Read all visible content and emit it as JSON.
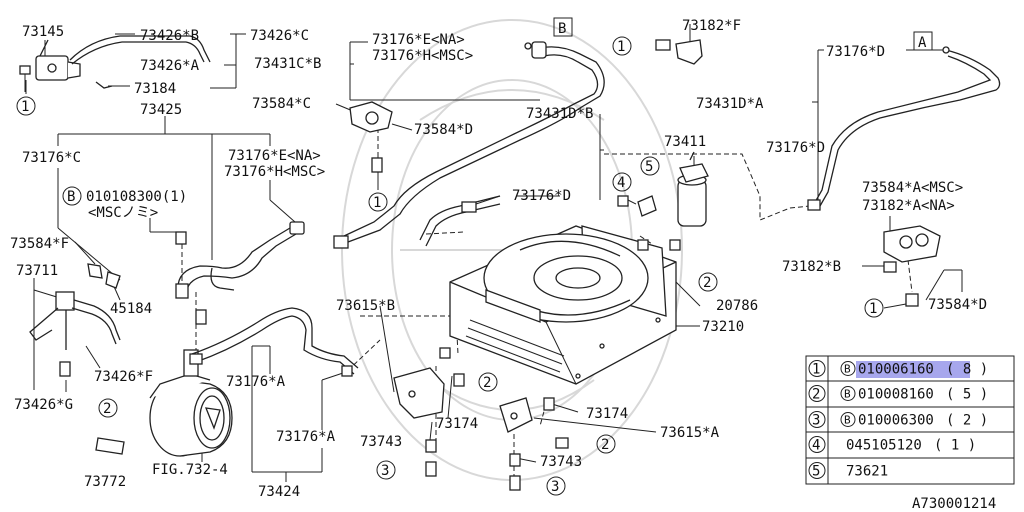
{
  "diagram_id": "A730001214",
  "figure_ref": "FIG.732-4",
  "callouts": {
    "c73145": "73145",
    "c73426B": "73426*B",
    "c73426C": "73426*C",
    "c73426A": "73426*A",
    "c73184": "73184",
    "c73425": "73425",
    "c73176C": "73176*C",
    "c73176E_1": "73176*E<NA>",
    "c73176H_1": "73176*H<MSC>",
    "c73431CB": "73431C*B",
    "c73584C": "73584*C",
    "c73584D_1": "73584*D",
    "c73176E_2": "73176*E<NA>",
    "c73176H_2": "73176*H<MSC>",
    "bolt_ref_code": "010108300(1)",
    "bolt_ref_note": "<MSCノミ>",
    "c73584F": "73584*F",
    "c73711": "73711",
    "c45184": "45184",
    "c73426F": "73426*F",
    "c73426G": "73426*G",
    "c73176A_1": "73176*A",
    "c73176A_2": "73176*A",
    "c73424": "73424",
    "c73772": "73772",
    "c73615B": "73615*B",
    "c73174_1": "73174",
    "c73174_2": "73174",
    "c73743_1": "73743",
    "c73743_2": "73743",
    "c73615A": "73615*A",
    "c73210": "73210",
    "c20786": "20786",
    "c73431DB": "73431D*B",
    "c73176D_1": "73176*D",
    "c73411": "73411",
    "c73182F": "73182*F",
    "c73176D_2": "73176*D",
    "c73431DA": "73431D*A",
    "c73176D_3": "73176*D",
    "c73584A": "73584*A<MSC>",
    "c73182A": "73182*A<NA>",
    "c73182B": "73182*B",
    "c73584D_2": "73584*D"
  },
  "markers": {
    "box_a": "A",
    "box_b": "B",
    "circle_b": "B"
  },
  "circle_refs": [
    "1",
    "2",
    "3",
    "4",
    "5"
  ],
  "legend_rows": [
    {
      "num": "1",
      "prefix": "B",
      "code": "010006160",
      "qty": "( 8  )",
      "selected": true
    },
    {
      "num": "2",
      "prefix": "B",
      "code": "010008160",
      "qty": "( 5  )",
      "selected": false
    },
    {
      "num": "3",
      "prefix": "B",
      "code": "010006300",
      "qty": "( 2  )",
      "selected": false
    },
    {
      "num": "4",
      "prefix": "",
      "code": "045105120",
      "qty": "( 1  )",
      "selected": false
    },
    {
      "num": "5",
      "prefix": "",
      "code": "73621",
      "qty": "",
      "selected": false
    }
  ]
}
